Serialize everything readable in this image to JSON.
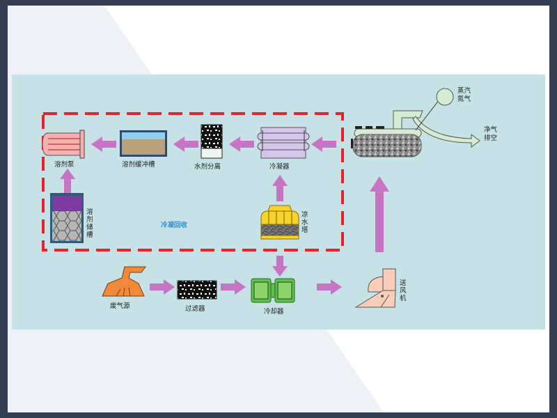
{
  "diagram": {
    "region_label": "冷凝回收",
    "components": {
      "solvent_pump": "溶剂泵",
      "solvent_buffer_tank": "溶剂缓冲槽",
      "water_solvent_separator": "水剂分离",
      "condenser": "冷凝器",
      "solvent_storage_tank": "溶剂储槽",
      "cooling_tower": "凉水塔",
      "exhaust_source": "废气源",
      "filter": "过滤器",
      "cooler": "冷却器",
      "blower": "送风机",
      "steam_nitrogen": "蒸汽氮气",
      "clean_gas_vent": "净气排空"
    },
    "colors": {
      "arrow": "#c774c4",
      "dashed_box": "#e8222a",
      "panel": "#c6e2e6",
      "frame": "#333e52"
    }
  }
}
